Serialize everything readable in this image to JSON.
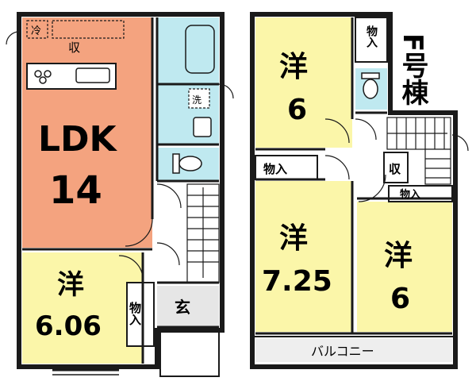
{
  "title": "F号棟",
  "first_floor": {
    "ldk": {
      "name": "LDK",
      "size": "14"
    },
    "western_room": {
      "name": "洋",
      "size": "6.06"
    },
    "entrance": "玄",
    "storage_closet": "物入",
    "kitchen_storage": "収",
    "fridge": "冷",
    "laundry": "洗"
  },
  "second_floor": {
    "room_top": {
      "name": "洋",
      "size": "6"
    },
    "room_middle": {
      "name": "洋",
      "size": "7.25"
    },
    "room_right": {
      "name": "洋",
      "size": "6"
    },
    "closet_top": "物入",
    "closet_middle": "物入",
    "closet_right": "物入",
    "stair_storage": "収",
    "balcony": "バルコニー"
  },
  "colors": {
    "ldk": "#f4a37f",
    "western": "#fbf6a9",
    "wet_area": "#bfe9f0",
    "corridor": "#ffffff",
    "entrance": "#e6e6e6",
    "balcony": "#eeeeee",
    "wall": "#1a1a1a"
  }
}
